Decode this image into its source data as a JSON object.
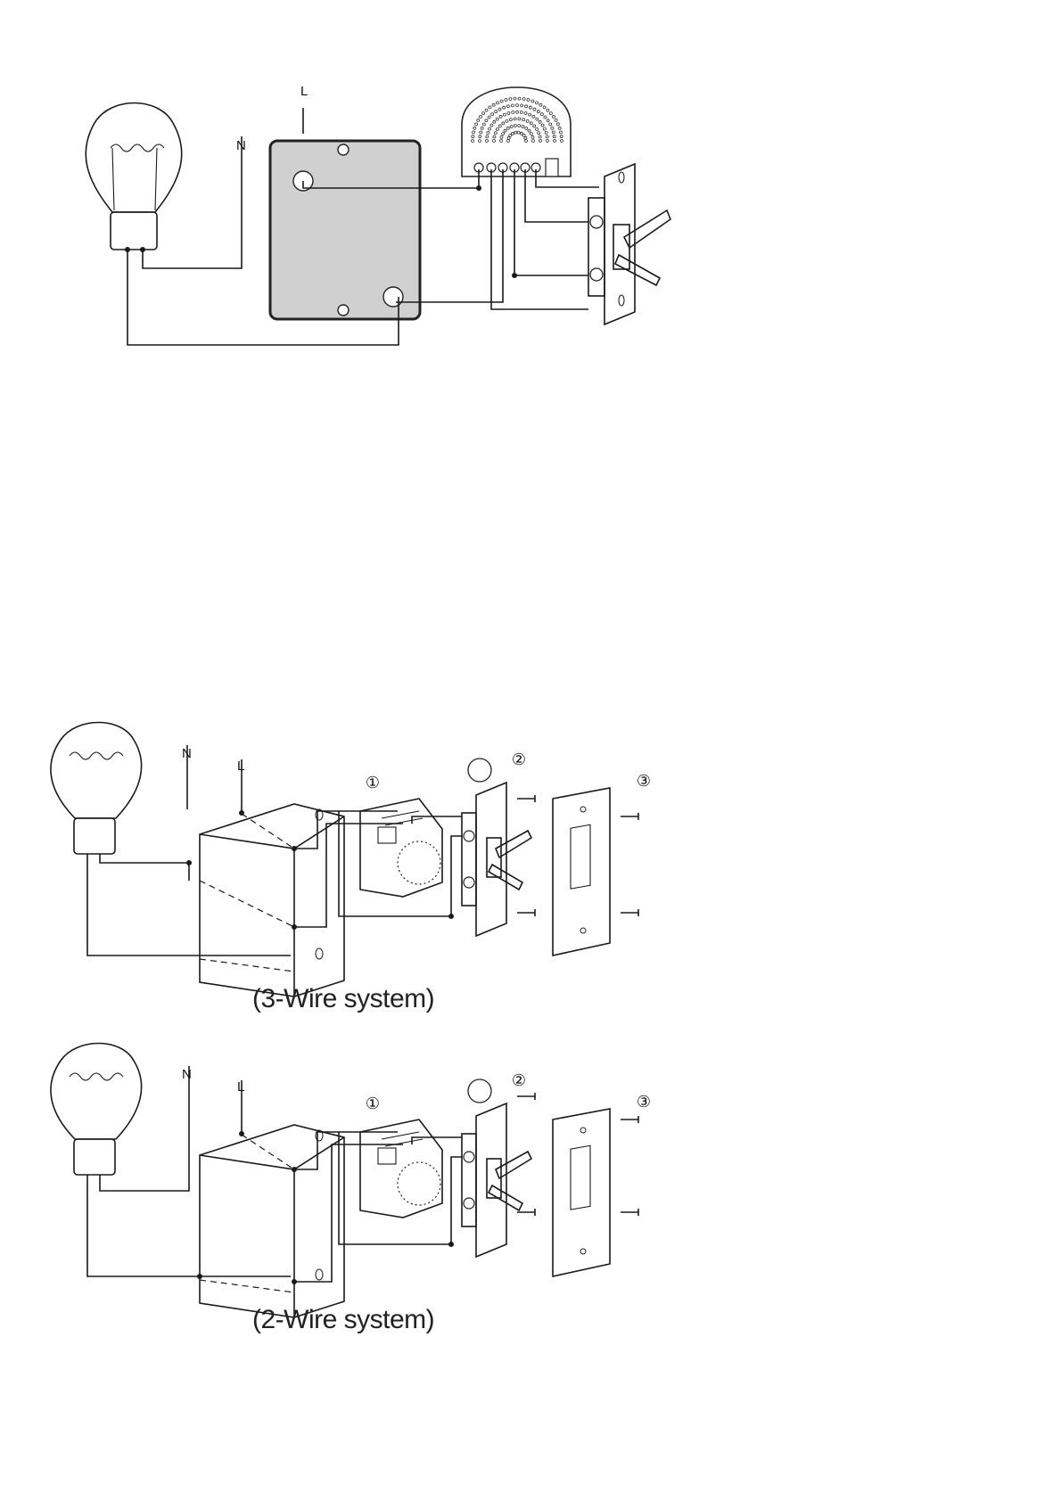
{
  "top_diagram": {
    "label_l": "L",
    "label_n": "N"
  },
  "three_wire": {
    "label_n": "N",
    "label_l": "L",
    "marker_1": "①",
    "marker_2": "②",
    "marker_3": "③",
    "caption": "(3-Wire system)"
  },
  "two_wire": {
    "label_n": "N",
    "label_l": "L",
    "marker_1": "①",
    "marker_2": "②",
    "marker_3": "③",
    "caption": "(2-Wire system)"
  }
}
